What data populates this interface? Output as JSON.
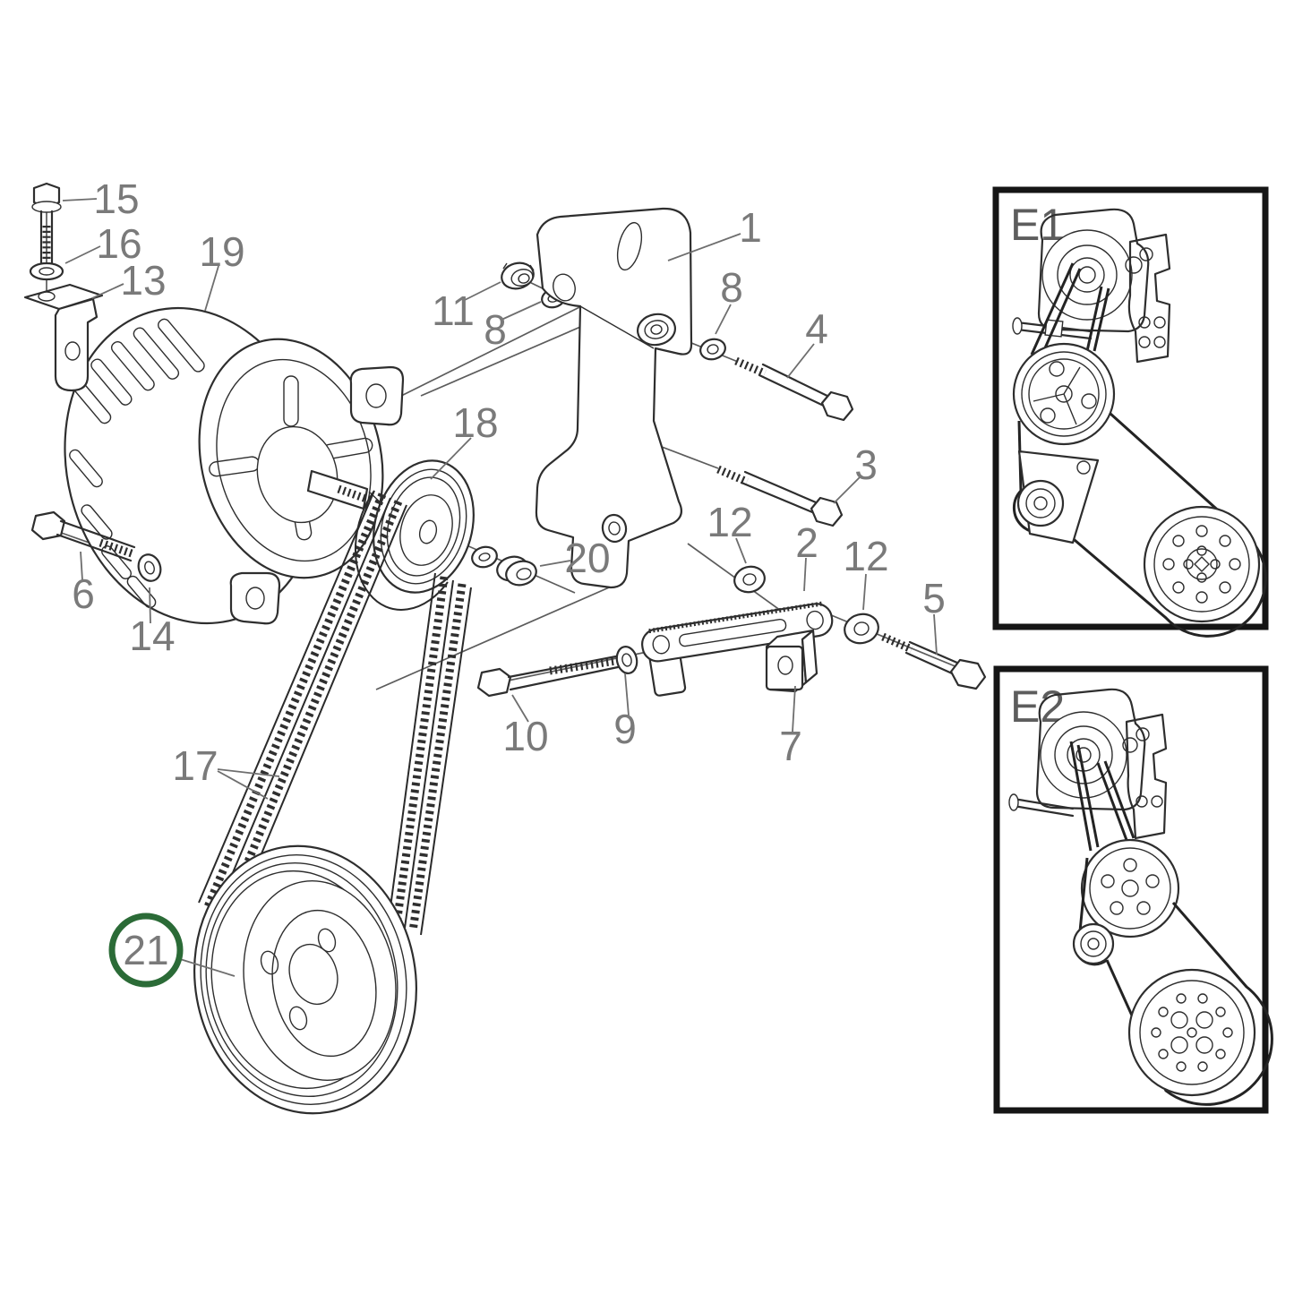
{
  "figure": {
    "type": "exploded-parts-diagram",
    "subject": "alternator mounting and drive-belt assembly",
    "background_color": "#ffffff",
    "line_color": "#2e2e2e",
    "label_color": "#7a7a7a",
    "highlight_color": "#2b6b37"
  },
  "callouts": [
    {
      "id": "p15",
      "text": "15"
    },
    {
      "id": "p16",
      "text": "16"
    },
    {
      "id": "p13",
      "text": "13"
    },
    {
      "id": "p19",
      "text": "19"
    },
    {
      "id": "p11",
      "text": "11"
    },
    {
      "id": "p8a",
      "text": "8"
    },
    {
      "id": "p1",
      "text": "1"
    },
    {
      "id": "p8b",
      "text": "8"
    },
    {
      "id": "p4",
      "text": "4"
    },
    {
      "id": "p3",
      "text": "3"
    },
    {
      "id": "p18",
      "text": "18"
    },
    {
      "id": "p20",
      "text": "20"
    },
    {
      "id": "p12a",
      "text": "12"
    },
    {
      "id": "p2",
      "text": "2"
    },
    {
      "id": "p12b",
      "text": "12"
    },
    {
      "id": "p5",
      "text": "5"
    },
    {
      "id": "p6",
      "text": "6"
    },
    {
      "id": "p14",
      "text": "14"
    },
    {
      "id": "p10",
      "text": "10"
    },
    {
      "id": "p9",
      "text": "9"
    },
    {
      "id": "p7",
      "text": "7"
    },
    {
      "id": "p17",
      "text": "17"
    },
    {
      "id": "p21",
      "text": "21",
      "highlighted": true
    }
  ],
  "insets": {
    "e1_label": "E1",
    "e2_label": "E2"
  }
}
